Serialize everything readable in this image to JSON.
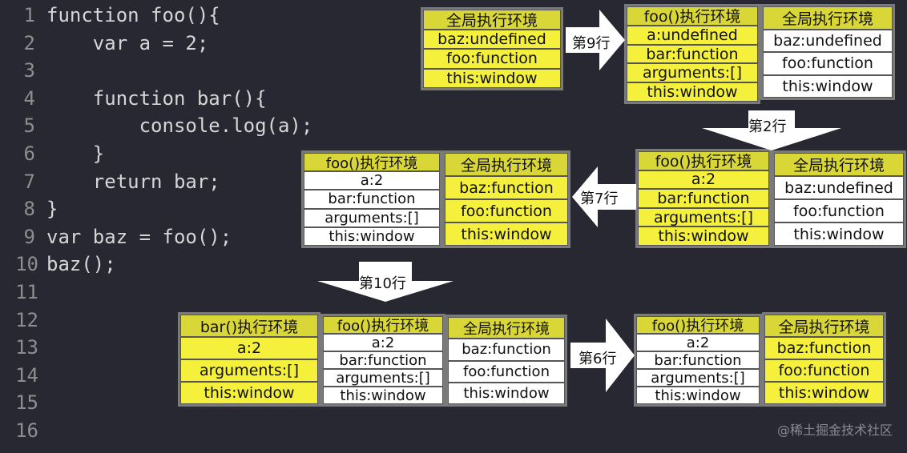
{
  "code": {
    "lines": [
      {
        "n": "1",
        "text": "function foo(){"
      },
      {
        "n": "2",
        "text": "    var a = 2;"
      },
      {
        "n": "3",
        "text": ""
      },
      {
        "n": "4",
        "text": "    function bar(){"
      },
      {
        "n": "5",
        "text": "        console.log(a);"
      },
      {
        "n": "6",
        "text": "    }"
      },
      {
        "n": "7",
        "text": "    return bar;"
      },
      {
        "n": "8",
        "text": "}"
      },
      {
        "n": "9",
        "text": "var baz = foo();"
      },
      {
        "n": "10",
        "text": "baz();"
      },
      {
        "n": "11",
        "text": ""
      },
      {
        "n": "12",
        "text": ""
      },
      {
        "n": "13",
        "text": ""
      },
      {
        "n": "14",
        "text": ""
      },
      {
        "n": "15",
        "text": ""
      },
      {
        "n": "16",
        "text": ""
      }
    ]
  },
  "tables": {
    "t1": {
      "title": "全局执行环境",
      "rows": [
        "baz:undefined",
        "foo:function",
        "this:window"
      ]
    },
    "t2": {
      "title": "foo()执行环境",
      "rows": [
        "a:undefined",
        "bar:function",
        "arguments:[]",
        "this:window"
      ]
    },
    "t3": {
      "title": "全局执行环境",
      "rows": [
        "baz:undefined",
        "foo:function",
        "this:window"
      ]
    },
    "t4": {
      "title": "foo()执行环境",
      "rows": [
        "a:2",
        "bar:function",
        "arguments:[]",
        "this:window"
      ]
    },
    "t5": {
      "title": "全局执行环境",
      "rows": [
        "baz:function",
        "foo:function",
        "this:window"
      ]
    },
    "t6": {
      "title": "foo()执行环境",
      "rows": [
        "a:2",
        "bar:function",
        "arguments:[]",
        "this:window"
      ]
    },
    "t7": {
      "title": "全局执行环境",
      "rows": [
        "baz:undefined",
        "foo:function",
        "this:window"
      ]
    },
    "t8": {
      "title": "bar()执行环境",
      "rows": [
        "a:2",
        "arguments:[]",
        "this:window"
      ]
    },
    "t9": {
      "title": "foo()执行环境",
      "rows": [
        "a:2",
        "bar:function",
        "arguments:[]",
        "this:window"
      ]
    },
    "t10": {
      "title": "全局执行环境",
      "rows": [
        "baz:function",
        "foo:function",
        "this:window"
      ]
    },
    "t11": {
      "title": "foo()执行环境",
      "rows": [
        "a:2",
        "bar:function",
        "arguments:[]",
        "this:window"
      ]
    },
    "t12": {
      "title": "全局执行环境",
      "rows": [
        "baz:function",
        "foo:function",
        "this:window"
      ]
    }
  },
  "arrows": {
    "a1": "第9行",
    "a2": "第2行",
    "a3": "第7行",
    "a4": "第10行",
    "a5": "第6行"
  },
  "watermark": "@稀土掘金技术社区",
  "colors": {
    "background": "#272832",
    "highlight": "#f4f03c",
    "plain": "#ffffff"
  }
}
